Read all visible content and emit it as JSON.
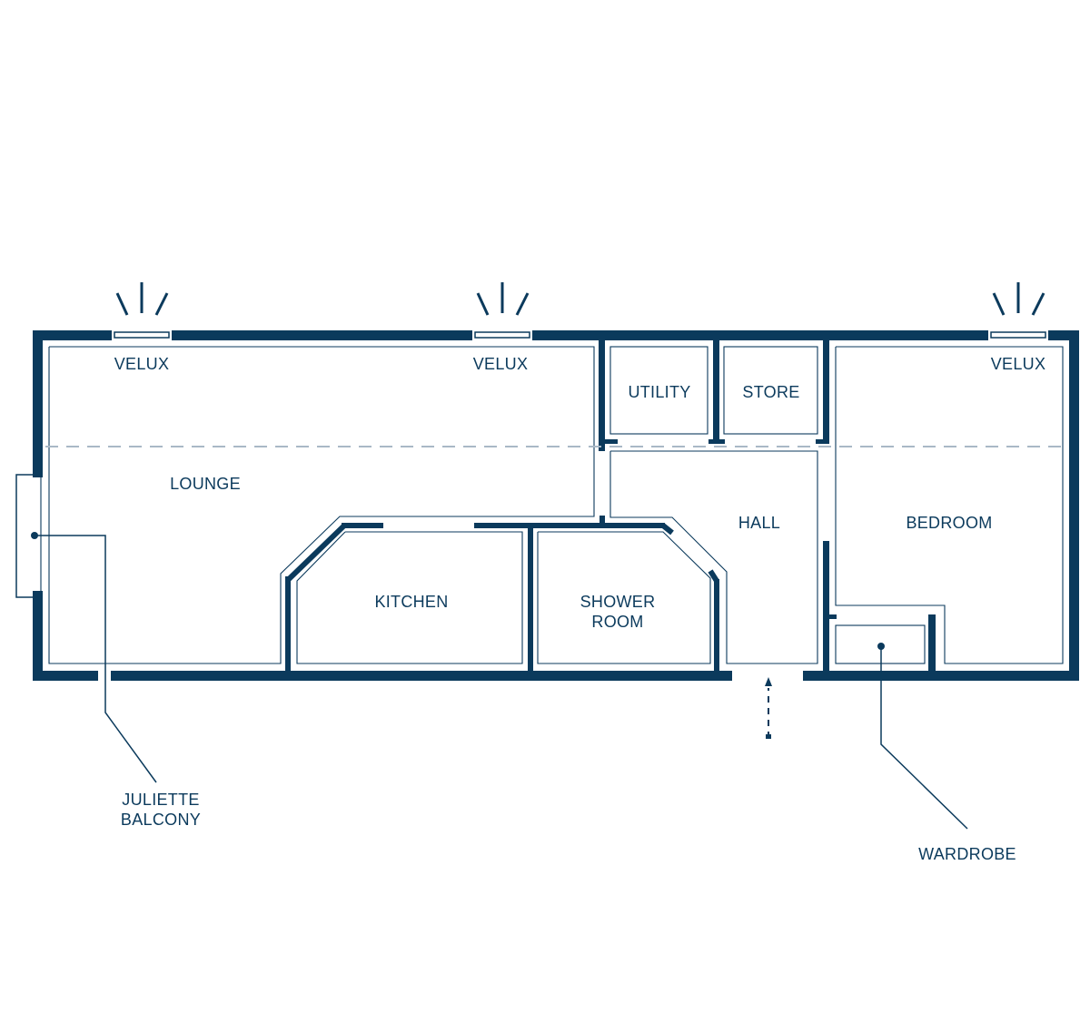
{
  "rooms": {
    "lounge": "LOUNGE",
    "kitchen": "KITCHEN",
    "shower_room_line1": "SHOWER",
    "shower_room_line2": "ROOM",
    "utility": "UTILITY",
    "store": "STORE",
    "hall": "HALL",
    "bedroom": "BEDROOM"
  },
  "windows": {
    "velux_1": "VELUX",
    "velux_2": "VELUX",
    "velux_3": "VELUX"
  },
  "callouts": {
    "juliette_balcony_line1": "JULIETTE",
    "juliette_balcony_line2": "BALCONY",
    "wardrobe": "WARDROBE"
  },
  "colors": {
    "wall": "#0b3a5c",
    "eaves_line": "#a9b8c6",
    "background": "#ffffff"
  }
}
